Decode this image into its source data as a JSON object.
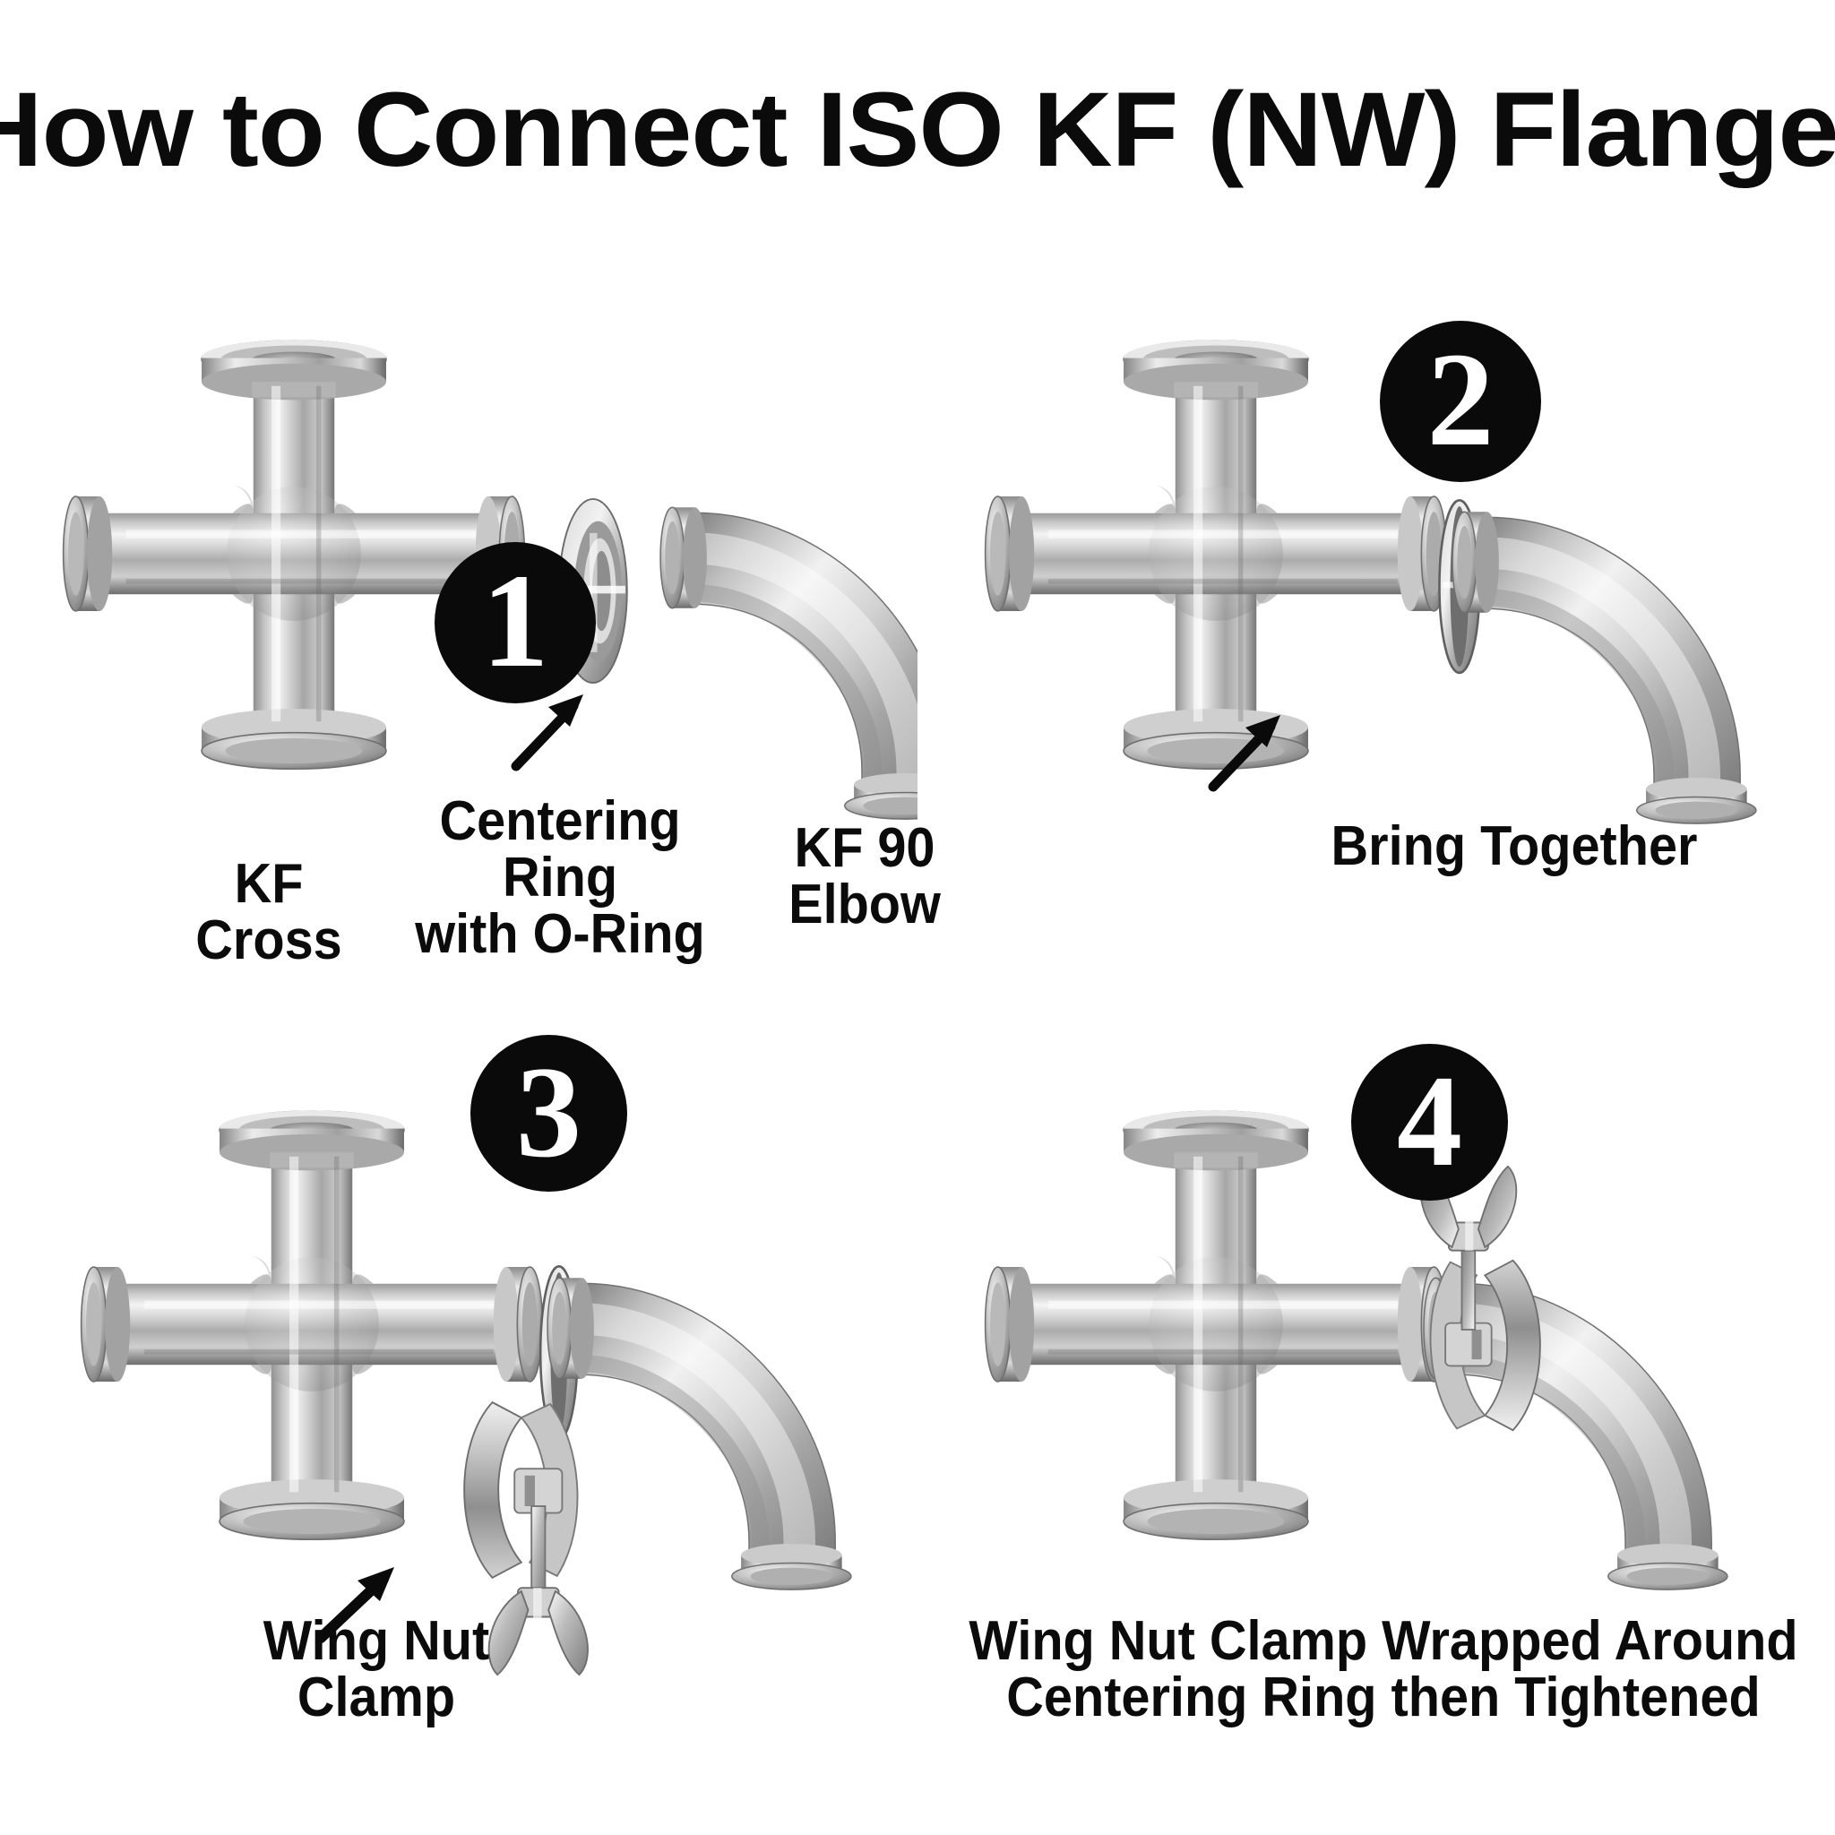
{
  "title": "How to Connect ISO KF (NW) Flanges",
  "background_color": "#ffffff",
  "text_color": "#0b0b0b",
  "badge_color": "#0a0a0a",
  "badge_text_color": "#ffffff",
  "metal_colors": {
    "highlight": "#fdfdfd",
    "light": "#e4e4e4",
    "mid": "#b8b8b8",
    "shade": "#8d8d8d",
    "dark": "#6d6d6d",
    "deep": "#4a4a4a"
  },
  "steps": [
    {
      "number": "1",
      "components": [
        {
          "name": "kf-cross",
          "label": "KF\nCross"
        },
        {
          "name": "centering-ring",
          "label": "Centering Ring\nwith O-Ring"
        },
        {
          "name": "kf-90-elbow",
          "label": "KF 90\nElbow"
        }
      ],
      "annotation_arrow": "points-to-centering-ring"
    },
    {
      "number": "2",
      "components": [
        {
          "name": "kf-cross",
          "label": ""
        },
        {
          "name": "centering-ring",
          "label": ""
        },
        {
          "name": "kf-90-elbow",
          "label": ""
        }
      ],
      "caption": "Bring Together",
      "annotation_arrow": "points-to-joint"
    },
    {
      "number": "3",
      "components": [
        {
          "name": "kf-cross",
          "label": ""
        },
        {
          "name": "kf-90-elbow",
          "label": ""
        },
        {
          "name": "wing-nut-clamp",
          "label": "Wing Nut\nClamp"
        }
      ],
      "annotation_arrow": "points-to-wing-nut-clamp"
    },
    {
      "number": "4",
      "components": [
        {
          "name": "kf-cross",
          "label": ""
        },
        {
          "name": "kf-90-elbow",
          "label": ""
        },
        {
          "name": "wing-nut-clamp",
          "label": ""
        }
      ],
      "caption": "Wing Nut Clamp Wrapped Around\nCentering Ring then Tightened"
    }
  ],
  "icons": {
    "arrow": "arrow-pointer-icon"
  }
}
